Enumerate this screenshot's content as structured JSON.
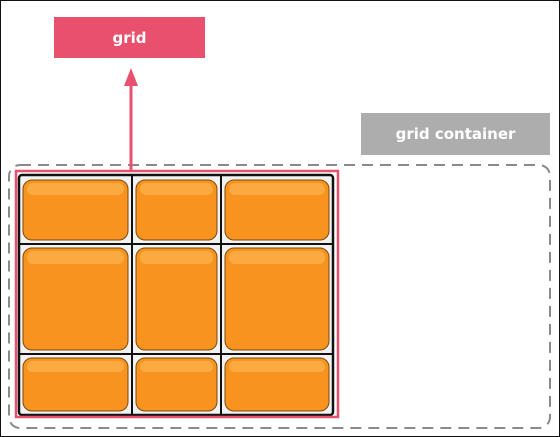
{
  "labels": {
    "grid": "grid",
    "grid_container": "grid container"
  },
  "colors": {
    "grid_accent": "#e8506d",
    "container_label": "#adadad",
    "container_border": "#8a8a8a",
    "item_fill": "#f7931e",
    "item_highlight": "#fbb04a",
    "grid_lines": "#111111"
  },
  "grid": {
    "rows": 3,
    "columns": 3,
    "item_count": 9
  }
}
